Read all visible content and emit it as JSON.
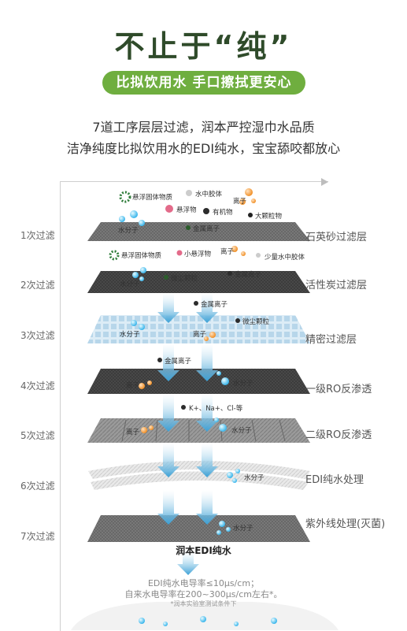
{
  "header": {
    "title": "不止于“纯”",
    "pill": "比拟饮用水 手口擦拭更安心",
    "line1": "7道工序层层过滤，润本严控湿巾水品质",
    "line2": "洁净纯度比拟饮用水的EDI纯水，宝宝舔咬都放心"
  },
  "stages": [
    "1次过滤",
    "2次过滤",
    "3次过滤",
    "4次过滤",
    "5次过滤",
    "6次过滤",
    "7次过滤"
  ],
  "layers": [
    "石英砂过滤层",
    "活性炭过滤层",
    "精密过滤层",
    "一级RO反渗透",
    "二级RO反渗透",
    "EDI纯水处理",
    "紫外线处理(灭菌)"
  ],
  "particles": {
    "suspended": "悬浮固体物质",
    "colloid": "水中胶体",
    "ion": "离子",
    "suspension": "悬浮物",
    "organic": "有机物",
    "large": "大颗粒物",
    "water": "水分子",
    "metal": "金属离子",
    "suspended2": "悬浮固体物质",
    "small_susp": "小悬浮物",
    "ion2": "离子",
    "little_colloid": "少量水中胶体",
    "dust": "微尘颗粒",
    "metal2": "金属离子",
    "water2": "水分子",
    "metal3": "金属离子",
    "dust2": "微尘颗粒",
    "water3": "水分子",
    "ion3": "离子",
    "metal4": "金属离子",
    "ion4": "离子",
    "water4": "水分子",
    "kna": "K+、Na+、Cl-等",
    "ion5": "离子",
    "water5": "水分子",
    "water6": "水分子",
    "water7": "水分子"
  },
  "result": {
    "title": "润本EDI纯水",
    "line1": "EDI纯水电导率≤10μs/cm；",
    "line2": "自来水电导率在200~300μs/cm左右*。",
    "footnote": "*润本实验室测试条件下"
  },
  "colors": {
    "accent": "#6fae3f",
    "title": "#2f4b2a",
    "arrow": "#4aa8d8"
  }
}
